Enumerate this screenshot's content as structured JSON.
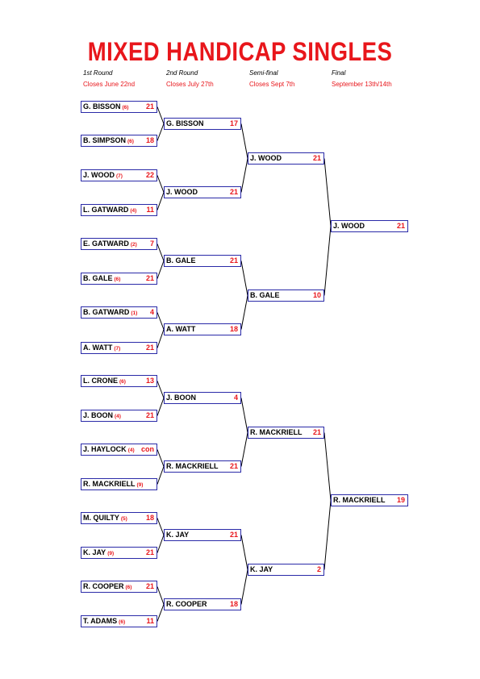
{
  "title": "MIXED HANDICAP SINGLES",
  "rounds": [
    {
      "name": "1st Round",
      "closes": "Closes June 22nd"
    },
    {
      "name": "2nd Round",
      "closes": "Closes July 27th"
    },
    {
      "name": "Semi-final",
      "closes": "Closes Sept 7th"
    },
    {
      "name": "Final",
      "closes": "September 13th/14th"
    }
  ],
  "r1": [
    {
      "name": "G. BISSON",
      "seed": "(6)",
      "score": "21"
    },
    {
      "name": "B. SIMPSON",
      "seed": "(6)",
      "score": "18"
    },
    {
      "name": "J. WOOD",
      "seed": "(7)",
      "score": "22"
    },
    {
      "name": "L. GATWARD",
      "seed": "(4)",
      "score": "11"
    },
    {
      "name": "E. GATWARD",
      "seed": "(2)",
      "score": "7"
    },
    {
      "name": "B. GALE",
      "seed": "(6)",
      "score": "21"
    },
    {
      "name": "B. GATWARD",
      "seed": "(1)",
      "score": "4"
    },
    {
      "name": "A. WATT",
      "seed": "(7)",
      "score": "21"
    },
    {
      "name": "L. CRONE",
      "seed": "(6)",
      "score": "13"
    },
    {
      "name": "J. BOON",
      "seed": "(4)",
      "score": "21"
    },
    {
      "name": "J. HAYLOCK",
      "seed": "(4)",
      "score": "con"
    },
    {
      "name": "R. MACKRIELL",
      "seed": "(9)",
      "score": ""
    },
    {
      "name": "M. QUILTY",
      "seed": "(5)",
      "score": "18"
    },
    {
      "name": "K. JAY",
      "seed": "(9)",
      "score": "21"
    },
    {
      "name": "R. COOPER",
      "seed": "(6)",
      "score": "21"
    },
    {
      "name": "T. ADAMS",
      "seed": "(6)",
      "score": "11"
    }
  ],
  "r2": [
    {
      "name": "G. BISSON",
      "score": "17"
    },
    {
      "name": "J. WOOD",
      "score": "21"
    },
    {
      "name": "B. GALE",
      "score": "21"
    },
    {
      "name": "A. WATT",
      "score": "18"
    },
    {
      "name": "J. BOON",
      "score": "4"
    },
    {
      "name": "R. MACKRIELL",
      "score": "21"
    },
    {
      "name": "K. JAY",
      "score": "21"
    },
    {
      "name": "R. COOPER",
      "score": "18"
    }
  ],
  "sf": [
    {
      "name": "J. WOOD",
      "score": "21"
    },
    {
      "name": "B. GALE",
      "score": "10"
    },
    {
      "name": "R. MACKRIELL",
      "score": "21"
    },
    {
      "name": "K. JAY",
      "score": "2"
    }
  ],
  "final": [
    {
      "name": "J. WOOD",
      "score": "21"
    },
    {
      "name": "R. MACKRIELL",
      "score": "19"
    }
  ],
  "colors": {
    "accent": "#e8161b",
    "box_border": "#2a2aa8"
  }
}
